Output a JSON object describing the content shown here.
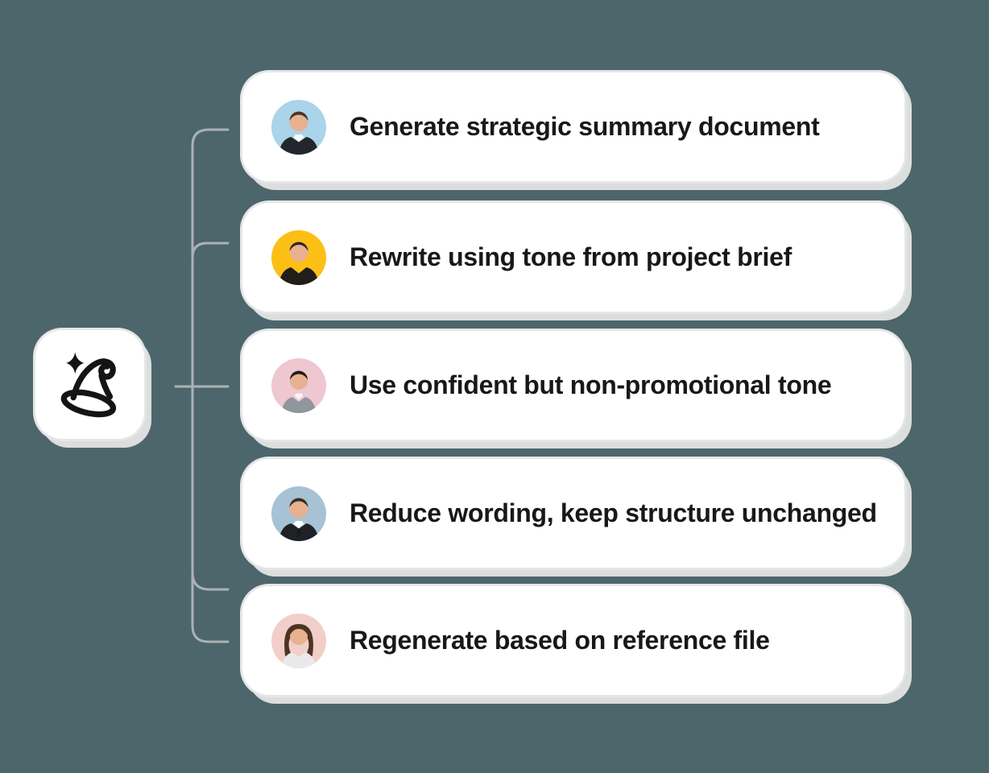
{
  "page": {
    "background": "#4C666B",
    "text_color": "#17181A"
  },
  "connectors": {
    "color": "#ACB1B5"
  },
  "root": {
    "icon": "wizard-hat-icon",
    "card_bg": "#FFFFFF"
  },
  "cards": [
    {
      "label": "Generate strategic summary document",
      "avatar": "man-portrait-avatar",
      "avatar_bg": "#A9D4E9"
    },
    {
      "label": "Rewrite using tone from project brief",
      "avatar": "man-portrait-avatar",
      "avatar_bg": "#FCBF16"
    },
    {
      "label": "Use confident but non-promotional tone",
      "avatar": "woman-portrait-avatar",
      "avatar_bg": "#EEC7D0"
    },
    {
      "label": "Reduce wording, keep structure unchanged",
      "avatar": "man-suit-portrait-avatar",
      "avatar_bg": "#A7C2D4"
    },
    {
      "label": "Regenerate based on reference file",
      "avatar": "woman-wavy-hair-portrait-avatar",
      "avatar_bg": "#F2CEC9"
    }
  ]
}
